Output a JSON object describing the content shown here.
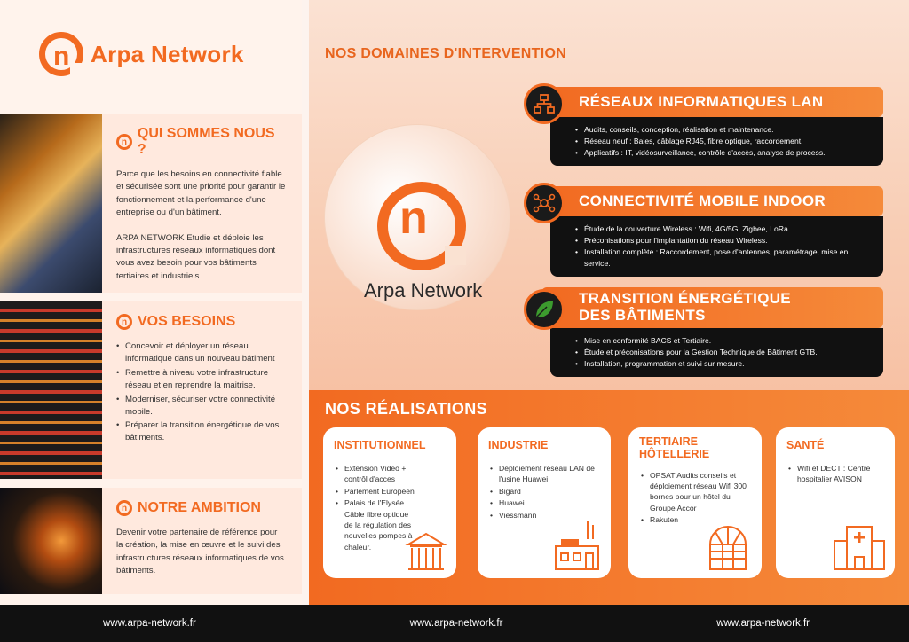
{
  "brand": {
    "name": "Arpa Network",
    "n": "n"
  },
  "left": {
    "qui": {
      "title": "QUI SOMMES NOUS ?",
      "p1": "Parce que les besoins en connectivité fiable et sécurisée sont une priorité pour garantir le fonctionnement et la performance d'une entreprise ou d'un bâtiment.",
      "p2": "ARPA NETWORK Etudie et déploie les infrastructures réseaux informatiques dont vous avez besoin pour vos bâtiments tertiaires et industriels."
    },
    "besoins": {
      "title": "VOS BESOINS",
      "items": [
        "Concevoir et déployer un réseau informatique dans un nouveau bâtiment",
        "Remettre à niveau votre infrastructure réseau et en reprendre la maitrise.",
        "Moderniser, sécuriser votre connectivité mobile.",
        "Préparer la transition énergétique de vos bâtiments."
      ]
    },
    "ambition": {
      "title": "NOTRE AMBITION",
      "p": "Devenir votre partenaire de référence pour la création, la mise en œuvre et le suivi des infrastructures réseaux informatiques de vos bâtiments."
    }
  },
  "domaines": {
    "title": "NOS DOMAINES D'INTERVENTION",
    "items": [
      {
        "title": "RÉSEAUX INFORMATIQUES LAN",
        "icon": "network-icon",
        "bullets": [
          "Audits, conseils, conception, réalisation et maintenance.",
          "Réseau neuf : Baies, câblage RJ45, fibre optique, raccordement.",
          "Applicatifs : IT, vidéosurveillance, contrôle d'accès, analyse de process."
        ]
      },
      {
        "title": "CONNECTIVITÉ MOBILE INDOOR",
        "icon": "wireless-icon",
        "bullets": [
          "Étude de la couverture Wireless : Wifi, 4G/5G, Zigbee, LoRa.",
          "Préconisations pour l'implantation du réseau Wireless.",
          "Installation complète : Raccordement, pose d'antennes, paramétrage, mise en service."
        ]
      },
      {
        "title1": "TRANSITION ÉNERGÉTIQUE",
        "title2": "DES BÂTIMENTS",
        "icon": "leaf-icon",
        "bullets": [
          "Mise en conformité BACS et Tertiaire.",
          "Étude et préconisations pour la Gestion Technique de Bâtiment GTB.",
          "Installation, programmation et suivi sur mesure."
        ]
      }
    ]
  },
  "realisations": {
    "title": "NOS RÉALISATIONS",
    "cards": [
      {
        "title": "INSTITUTIONNEL",
        "items": [
          "Extension Video + contrôl d'acces",
          "Parlement Européen",
          "Palais de l'Elysée Câble fibre optique de la régulation des nouvelles pompes à chaleur."
        ]
      },
      {
        "title": "INDUSTRIE",
        "items": [
          "Déploiement réseau LAN de l'usine Huawei",
          "Bigard",
          "Huawei",
          "Viessmann"
        ]
      },
      {
        "title": "TERTIAIRE HÔTELLERIE",
        "items": [
          "OPSAT Audits conseils et déploiement réseau Wifi 300 bornes pour un hôtel du Groupe Accor",
          "Rakuten"
        ]
      },
      {
        "title": "SANTÉ",
        "items": [
          "Wifi et DECT : Centre hospitalier AVISON"
        ]
      }
    ]
  },
  "footer": {
    "links": [
      "www.arpa-network.fr",
      "www.arpa-network.fr",
      "www.arpa-network.fr"
    ]
  }
}
